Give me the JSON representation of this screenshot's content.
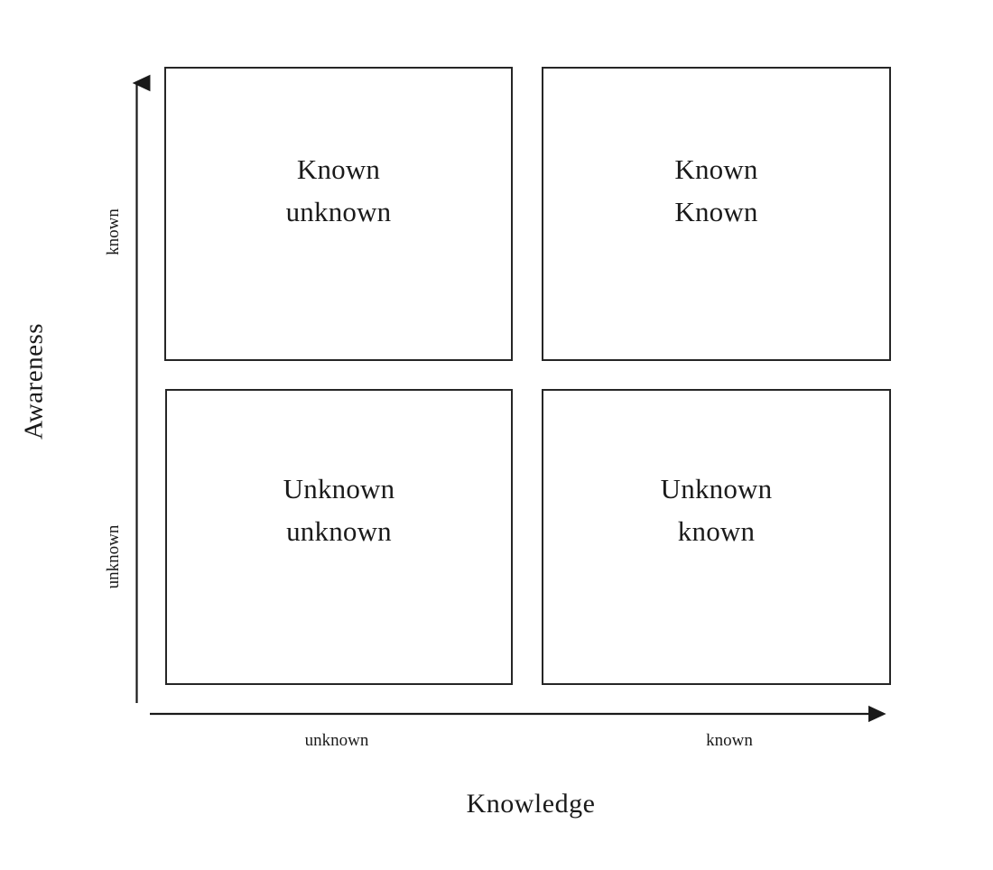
{
  "figure": {
    "background_color": "#ffffff",
    "line_color": "#1a1a1a",
    "box_border_color": "#262626"
  },
  "axes": {
    "y": {
      "title": "Awareness",
      "ticks": [
        {
          "key": "known",
          "label": "known"
        },
        {
          "key": "unknown",
          "label": "unknown"
        }
      ],
      "arrow_direction": "up"
    },
    "x": {
      "title": "Knowledge",
      "ticks": [
        {
          "key": "unknown",
          "label": "unknown"
        },
        {
          "key": "known",
          "label": "known"
        }
      ],
      "arrow_direction": "right"
    }
  },
  "quadrants": [
    {
      "id": "known-unknown",
      "knowledge": "unknown",
      "awareness": "known",
      "position": "top-left",
      "line1": "Known",
      "line2": "unknown",
      "text": "Known\nunknown"
    },
    {
      "id": "known-known",
      "knowledge": "known",
      "awareness": "known",
      "position": "top-right",
      "line1": "Known",
      "line2": "Known",
      "text": "Known\nKnown"
    },
    {
      "id": "unknown-unknown",
      "knowledge": "unknown",
      "awareness": "unknown",
      "position": "bottom-left",
      "line1": "Unknown",
      "line2": "unknown",
      "text": "Unknown\nunknown"
    },
    {
      "id": "unknown-known",
      "knowledge": "known",
      "awareness": "unknown",
      "position": "bottom-right",
      "line1": "Unknown",
      "line2": "known",
      "text": "Unknown\nknown"
    }
  ],
  "chart_data": {
    "type": "table",
    "title": "",
    "xlabel": "Knowledge",
    "ylabel": "Awareness",
    "x_categories": [
      "unknown",
      "known"
    ],
    "y_categories": [
      "unknown",
      "known"
    ],
    "grid": false,
    "legend": "none",
    "cells": [
      {
        "x": "unknown",
        "y": "known",
        "label": "Known\nunknown"
      },
      {
        "x": "known",
        "y": "known",
        "label": "Known\nKnown"
      },
      {
        "x": "unknown",
        "y": "unknown",
        "label": "Unknown\nunknown"
      },
      {
        "x": "known",
        "y": "unknown",
        "label": "Unknown\nknown"
      }
    ]
  }
}
